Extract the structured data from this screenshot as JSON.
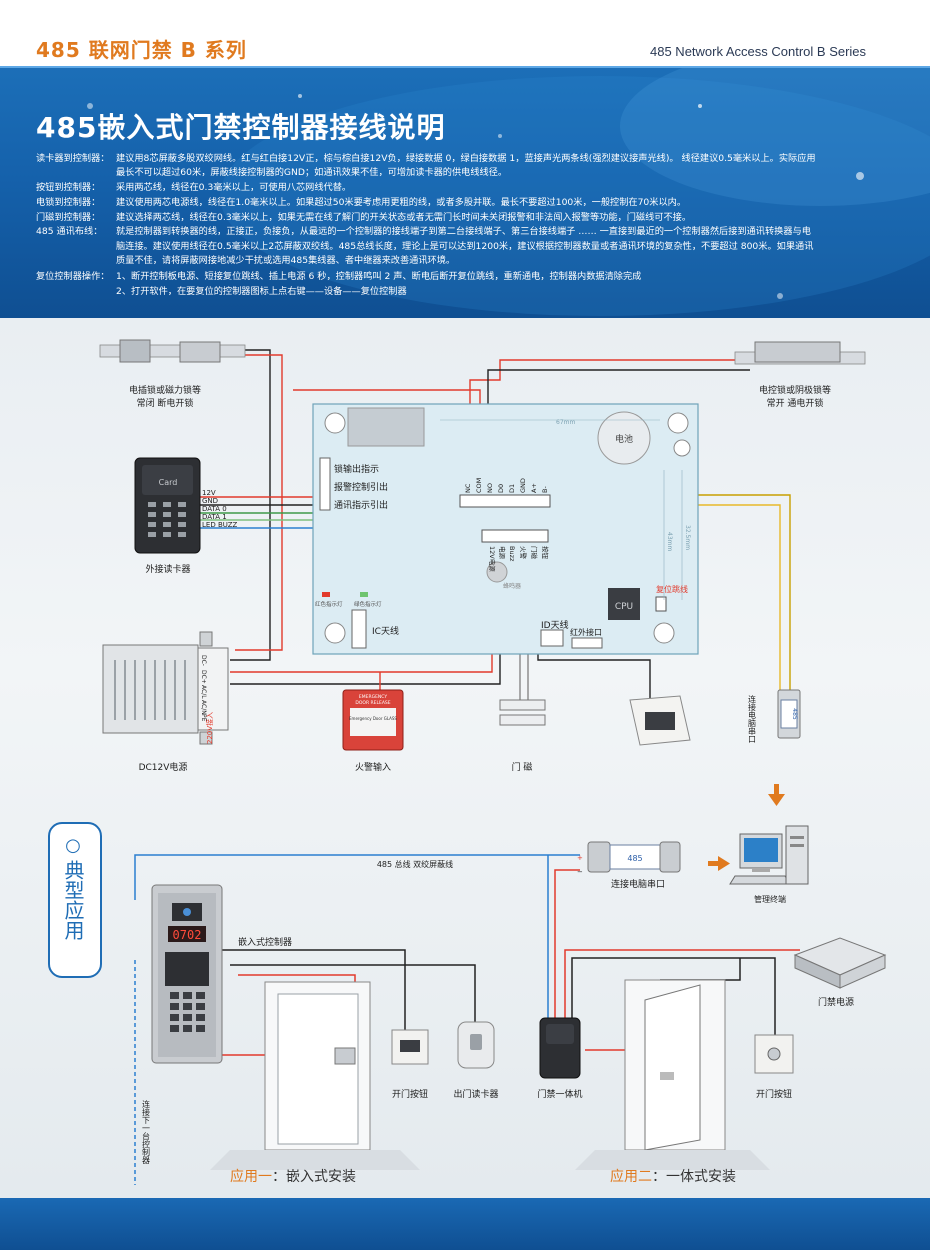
{
  "header": {
    "series_cn": "485 联网门禁 B 系列",
    "series_en": "485 Network Access Control  B  Series"
  },
  "banner": {
    "title": "485嵌入式门禁控制器接线说明",
    "specs": [
      {
        "label": "读卡器到控制器：",
        "text": "建议用8芯屏蔽多股双绞网线。红与红白接12V正，棕与棕白接12V负，绿接数据 0，绿白接数据 1，蓝接声光两条线(强烈建议接声光线)。 线径建议0.5毫米以上。实际应用"
      },
      {
        "label": "",
        "text": "最长不可以超过60米，屏蔽线接控制器的GND；如通讯效果不佳，可增加读卡器的供电线线径。"
      },
      {
        "label": "按钮到控制器：",
        "text": "采用两芯线，线径在0.3毫米以上，可使用八芯网线代替。"
      },
      {
        "label": "电锁到控制器：",
        "text": "建议使用两芯电源线，线径在1.0毫米以上。如果超过50米要考虑用更粗的线，或者多股并联。最长不要超过100米，一般控制在70米以内。"
      },
      {
        "label": "门磁到控制器：",
        "text": "建议选择两芯线，线径在0.3毫米以上，如果无需在线了解门的开关状态或者无需门长时间未关闭报警和非法闯入报警等功能，门磁线可不接。"
      },
      {
        "label": "485 通讯布线：",
        "text": "就是控制器到转换器的线，正接正，负接负，从最远的一个控制器的接线端子到第二台接线端子、第三台接线端子 …… 一直接到最近的一个控制器然后接到通讯转换器与电"
      },
      {
        "label": "",
        "text": "脑连接。建议使用线径在0.5毫米以上2芯屏蔽双绞线。485总线长度，理论上是可以达到1200米，建议根据控制器数量或者通讯环境的复杂性，不要超过 800米。如果通讯"
      },
      {
        "label": "",
        "text": "质量不佳，请将屏蔽网接地减少干扰或选用485集线器、者中继器来改善通讯环境。"
      },
      {
        "label": "复位控制器操作：",
        "text": "1、断开控制板电源、短接复位跳线、插上电源 6 秒，控制器鸣叫 2 声、断电后断开复位跳线，重新通电，控制器内数据清除完成"
      },
      {
        "label": "",
        "text": "2、打开软件，在要复位的控制器图标上点右键——设备——复位控制器"
      }
    ]
  },
  "wiring": {
    "lock_left_label_1": "电插锁或磁力锁等",
    "lock_left_label_2": "常闭   断电开锁",
    "lock_right_label_1": "电控锁或阴极锁等",
    "lock_right_label_2": "常开    通电开锁",
    "card_text": "Card",
    "reader_label": "外接读卡器",
    "reader_pins": [
      "12V",
      "GND",
      "DATA 0",
      "DATA 1",
      "LED BUZZ"
    ],
    "indicators": [
      "锁输出指示",
      "报警控制引出",
      "通讯指示引出"
    ],
    "dimension_67": "67mm",
    "dimension_43": "43mm",
    "dimension_32": "32.5mm",
    "battery": "电池",
    "top_terminals": [
      "NC",
      "COM",
      "NO",
      "D0",
      "D1",
      "GND",
      "A+",
      "B-"
    ],
    "mid_terminals": [
      "12V电源",
      "电源",
      "Buzz",
      "火警",
      "门磁",
      "按钮"
    ],
    "buzzer": "蜂鸣器",
    "cpu": "CPU",
    "reset_jumper": "复位跳线",
    "red_led_label": "红色指示灯",
    "green_led_label": "绿色指示灯",
    "ic_antenna": "IC天线",
    "id_antenna": "ID天线",
    "ir_port": "红外接口",
    "power_terminals": [
      "DC-",
      "DC+",
      "AC/L",
      "AC/N",
      "PE"
    ],
    "ac_input": "220V接入",
    "power_label": "DC12V电源",
    "fire_label": "火警输入",
    "fire_sign_1": "EMERGENCY",
    "fire_sign_2": "DOOR RELEASE",
    "fire_sign_3": "Emergency Door GLASS",
    "door_sensor_label": "门  磁",
    "converter_text": "485",
    "pc_port_label": "连接电脑串口"
  },
  "typical": {
    "title": "典型应用",
    "bus_label": "485 总线  双绞屏蔽线",
    "converter_text": "485",
    "pc_port_label": "连接电脑串口",
    "terminal_label": "管理终端",
    "panel_display": "0702",
    "embedded_controller": "嵌入式控制器",
    "connect_next": "连接下一台控制器",
    "exit_button_1": "开门按钮",
    "exit_reader": "出门读卡器",
    "all_in_one": "门禁一体机",
    "door_power": "门禁电源",
    "exit_button_2": "开门按钮",
    "app1_prefix": "应用一",
    "app1_text": "：嵌入式安装",
    "app2_prefix": "应用二",
    "app2_text": "：一体式安装"
  },
  "colors": {
    "orange": "#e07a1f",
    "blue": "#1f6db5",
    "wire_red": "#e23a2c",
    "wire_black": "#222222",
    "wire_yellow": "#e8b92a",
    "wire_green": "#3e9a4a",
    "wire_blue": "#2b7fd0"
  }
}
